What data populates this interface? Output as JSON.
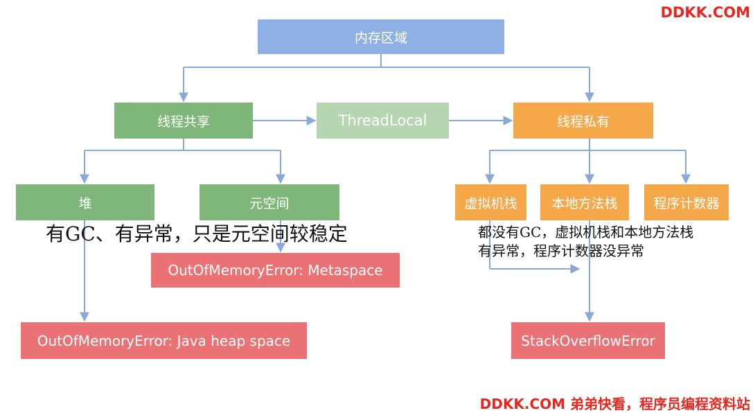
{
  "watermark": {
    "top": "DDKK.COM",
    "bottom": "DDKK.COM 弟弟快看，程序员编程资料站"
  },
  "nodes": {
    "root": "内存区域",
    "shared": "线程共享",
    "threadlocal": "ThreadLocal",
    "private": "线程私有",
    "heap": "堆",
    "metaspace": "元空间",
    "vm_stack": "虚拟机栈",
    "native_stack": "本地方法栈",
    "pc_register": "程序计数器",
    "oom_metaspace": "OutOfMemoryError: Metaspace",
    "oom_heap": "OutOfMemoryError: Java heap space",
    "stack_overflow": "StackOverflowError"
  },
  "notes": {
    "shared_note": "有GC、有异常，只是元空间较稳定",
    "private_note_line1": "都没有GC，虚拟机栈和本地方法栈",
    "private_note_line2": "有异常，程序计数器没异常"
  },
  "colors": {
    "root": "#8fb0e4",
    "shared": "#7fb77a",
    "threadlocal": "#b5d6b0",
    "private": "#f5a84a",
    "error": "#ea7275",
    "connector": "#8aa9d8",
    "watermark": "#e8261f"
  }
}
